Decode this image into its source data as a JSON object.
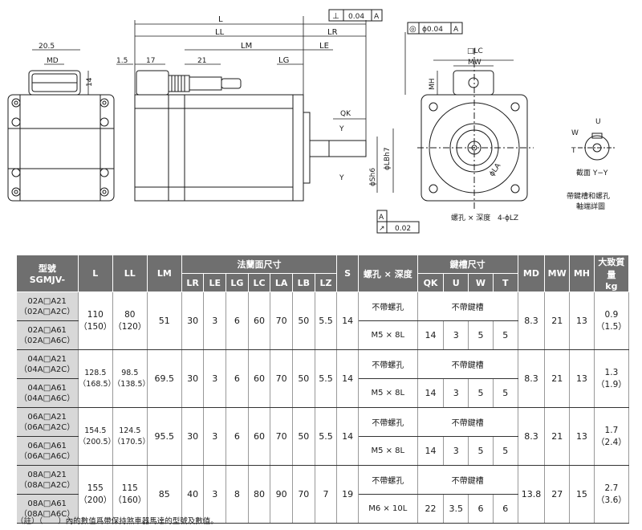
{
  "drawing": {
    "dims": {
      "L": "L",
      "LL": "LL",
      "LM": "LM",
      "LR": "LR",
      "LE": "LE",
      "LG": "LG",
      "d205": "20.5",
      "MD": "MD",
      "d14": "14",
      "d15": "1.5",
      "d17": "17",
      "d21": "21",
      "QK": "QK",
      "Y": "Y",
      "LB": "ϕLBh7",
      "S": "ϕSh6",
      "perp_val": "0.04",
      "perp_ref": "A",
      "conc_val": "ϕ0.04",
      "conc_ref": "A",
      "datumA": "A",
      "runout_val": "0.02",
      "LC": "□LC",
      "MW": "MW",
      "MH": "MH",
      "LA": "ϕLA",
      "screw_label": "螺孔 × 深度",
      "lz_label": "4-ϕLZ",
      "U": "U",
      "W": "W",
      "T": "T",
      "section_title": "截面 Y−Y",
      "section_note_1": "帶鍵槽和螺孔",
      "section_note_2": "軸端詳圖"
    }
  },
  "table": {
    "headers": {
      "model": "型號",
      "model_sub": "SGMJV-",
      "L": "L",
      "LL": "LL",
      "LM": "LM",
      "flange": "法蘭面尺寸",
      "flange_cols": [
        "LR",
        "LE",
        "LG",
        "LC",
        "LA",
        "LB",
        "LZ"
      ],
      "S": "S",
      "screw": "螺孔 × 深度",
      "key": "鍵槽尺寸",
      "key_cols": [
        "QK",
        "U",
        "W",
        "T"
      ],
      "MD": "MD",
      "MW": "MW",
      "MH": "MH",
      "mass": "大致質量",
      "mass_unit": "kg"
    },
    "rows": [
      {
        "model_a1": "02A□A21",
        "model_a2": "（02A□A2C）",
        "model_b1": "02A□A61",
        "model_b2": "（02A□A6C）",
        "L1": "110",
        "L2": "（150）",
        "LL1": "80",
        "LL2": "（120）",
        "LM": "51",
        "LR": "30",
        "LE": "3",
        "LG": "6",
        "LC": "60",
        "LA": "70",
        "LB": "50",
        "LZ": "5.5",
        "S": "14",
        "screw_none": "不帶螺孔",
        "key_none": "不帶鍵槽",
        "screw": "M5 × 8L",
        "QK": "14",
        "U": "3",
        "W": "5",
        "T": "5",
        "MD": "8.3",
        "MW": "21",
        "MH": "13",
        "mass1": "0.9",
        "mass2": "（1.5）"
      },
      {
        "model_a1": "04A□A21",
        "model_a2": "（04A□A2C）",
        "model_b1": "04A□A61",
        "model_b2": "（04A□A6C）",
        "L1": "128.5",
        "L2": "（168.5）",
        "LL1": "98.5",
        "LL2": "（138.5）",
        "LM": "69.5",
        "LR": "30",
        "LE": "3",
        "LG": "6",
        "LC": "60",
        "LA": "70",
        "LB": "50",
        "LZ": "5.5",
        "S": "14",
        "screw_none": "不帶螺孔",
        "key_none": "不帶鍵槽",
        "screw": "M5 × 8L",
        "QK": "14",
        "U": "3",
        "W": "5",
        "T": "5",
        "MD": "8.3",
        "MW": "21",
        "MH": "13",
        "mass1": "1.3",
        "mass2": "（1.9）"
      },
      {
        "model_a1": "06A□A21",
        "model_a2": "（06A□A2C）",
        "model_b1": "06A□A61",
        "model_b2": "（06A□A6C）",
        "L1": "154.5",
        "L2": "（200.5）",
        "LL1": "124.5",
        "LL2": "（170.5）",
        "LM": "95.5",
        "LR": "30",
        "LE": "3",
        "LG": "6",
        "LC": "60",
        "LA": "70",
        "LB": "50",
        "LZ": "5.5",
        "S": "14",
        "screw_none": "不帶螺孔",
        "key_none": "不帶鍵槽",
        "screw": "M5 × 8L",
        "QK": "14",
        "U": "3",
        "W": "5",
        "T": "5",
        "MD": "8.3",
        "MW": "21",
        "MH": "13",
        "mass1": "1.7",
        "mass2": "（2.4）"
      },
      {
        "model_a1": "08A□A21",
        "model_a2": "（08A□A2C）",
        "model_b1": "08A□A61",
        "model_b2": "（08A□A6C）",
        "L1": "155",
        "L2": "（200）",
        "LL1": "115",
        "LL2": "（160）",
        "LM": "85",
        "LR": "40",
        "LE": "3",
        "LG": "8",
        "LC": "80",
        "LA": "90",
        "LB": "70",
        "LZ": "7",
        "S": "19",
        "screw_none": "不帶螺孔",
        "key_none": "不帶鍵槽",
        "screw": "M6 × 10L",
        "QK": "22",
        "U": "3.5",
        "W": "6",
        "T": "6",
        "MD": "13.8",
        "MW": "27",
        "MH": "15",
        "mass1": "2.7",
        "mass2": "（3.6）"
      }
    ]
  },
  "footnote": "（註）（　　）內的數值爲帶保持煞車器馬達的型號及數值。"
}
